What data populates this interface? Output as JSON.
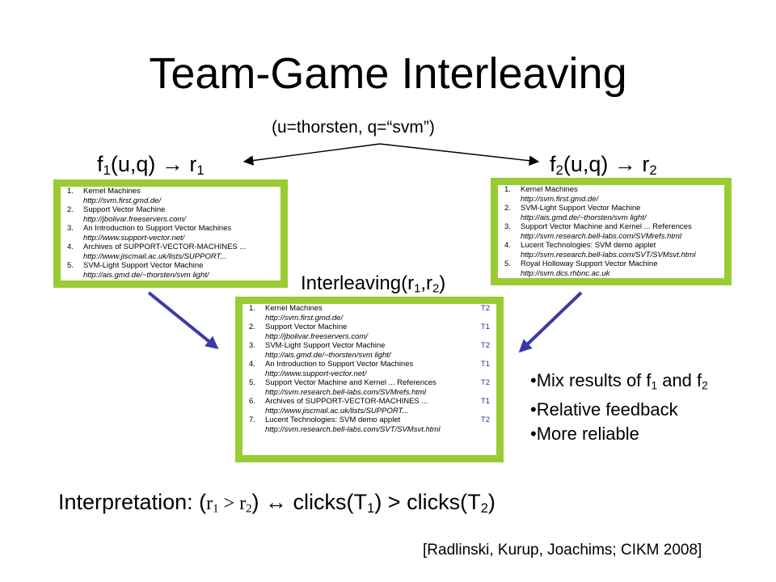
{
  "title": "Team-Game Interleaving",
  "query": "(u=thorsten, q=“svm”)",
  "f1_label": {
    "prefix": "f",
    "sub1": "1",
    "middle": "(u,q) → r",
    "sub2": "1"
  },
  "f2_label": {
    "prefix": "f",
    "sub1": "2",
    "middle": "(u,q) → r",
    "sub2": "2"
  },
  "interleave_label": {
    "text": "Interleaving(r",
    "sub1": "1",
    "comma": ",r",
    "sub2": "2",
    "close": ")"
  },
  "ranking1": [
    {
      "num": "1.",
      "title": "Kernel Machines",
      "url": "http://svm.first.gmd.de/"
    },
    {
      "num": "2.",
      "title": "Support Vector Machine",
      "url": "http://jbolivar.freeservers.com/"
    },
    {
      "num": "3.",
      "title": "An Introduction to Support Vector Machines",
      "url": "http://www.support-vector.net/"
    },
    {
      "num": "4.",
      "title": "Archives of SUPPORT-VECTOR-MACHINES ...",
      "url": "http://www.jiscmail.ac.uk/lists/SUPPORT..."
    },
    {
      "num": "5.",
      "title": "SVM-Light Support Vector Machine",
      "url": "http://ais.gmd.de/~thorsten/svm light/"
    }
  ],
  "ranking2": [
    {
      "num": "1.",
      "title": "Kernel Machines",
      "url": "http://svm.first.gmd.de/"
    },
    {
      "num": "2.",
      "title": "SVM-Light Support Vector Machine",
      "url": "http://ais.gmd.de/~thorsten/svm light/"
    },
    {
      "num": "3.",
      "title": "Support Vector Machine and Kernel ... References",
      "url": "http://svm.research.bell-labs.com/SVMrefs.html"
    },
    {
      "num": "4.",
      "title": "Lucent Technologies: SVM demo applet",
      "url": "http://svm.research.bell-labs.com/SVT/SVMsvt.html"
    },
    {
      "num": "5.",
      "title": "Royal Holloway Support Vector Machine",
      "url": "http://svm.dcs.rhbnc.ac.uk"
    }
  ],
  "interleaved": [
    {
      "num": "1.",
      "title": "Kernel Machines",
      "url": "http://svm.first.gmd.de/",
      "team": "T2"
    },
    {
      "num": "2.",
      "title": "Support Vector Machine",
      "url": "http://jbolivar.freeservers.com/",
      "team": "T1"
    },
    {
      "num": "3.",
      "title": "SVM-Light Support Vector Machine",
      "url": "http://ais.gmd.de/~thorsten/svm light/",
      "team": "T2"
    },
    {
      "num": "4.",
      "title": "An Introduction to Support Vector Machines",
      "url": "http://www.support-vector.net/",
      "team": "T1"
    },
    {
      "num": "5.",
      "title": "Support Vector Machine and Kernel ... References",
      "url": "http://svm.research.bell-labs.com/SVMrefs.html",
      "team": "T2"
    },
    {
      "num": "6.",
      "title": "Archives of SUPPORT-VECTOR-MACHINES ...",
      "url": "http://www.jiscmail.ac.uk/lists/SUPPORT...",
      "team": "T1"
    },
    {
      "num": "7.",
      "title": "Lucent Technologies: SVM demo applet",
      "url": "http://svm.research.bell-labs.com/SVT/SVMsvt.html",
      "team": "T2"
    }
  ],
  "bullets": {
    "b1": {
      "text": "Mix results of f",
      "sub1": "1",
      "mid": " and f",
      "sub2": "2"
    },
    "b2": "Relative feedback",
    "b3": "More reliable"
  },
  "interpretation": {
    "lead": "Interpretation: (",
    "r": "r",
    "sub1": "1",
    "gt": " > ",
    "r2": "r",
    "sub2": "2",
    "mid": ") ↔ clicks(T",
    "sub3": "1",
    "mid2": ") > clicks(T",
    "sub4": "2",
    "close": ")"
  },
  "citation": "[Radlinski, Kurup, Joachims; CIKM 2008]",
  "colors": {
    "box_border": "#99cc33",
    "arrow": "#3a3aa8",
    "team_label": "#1a3aa0"
  }
}
